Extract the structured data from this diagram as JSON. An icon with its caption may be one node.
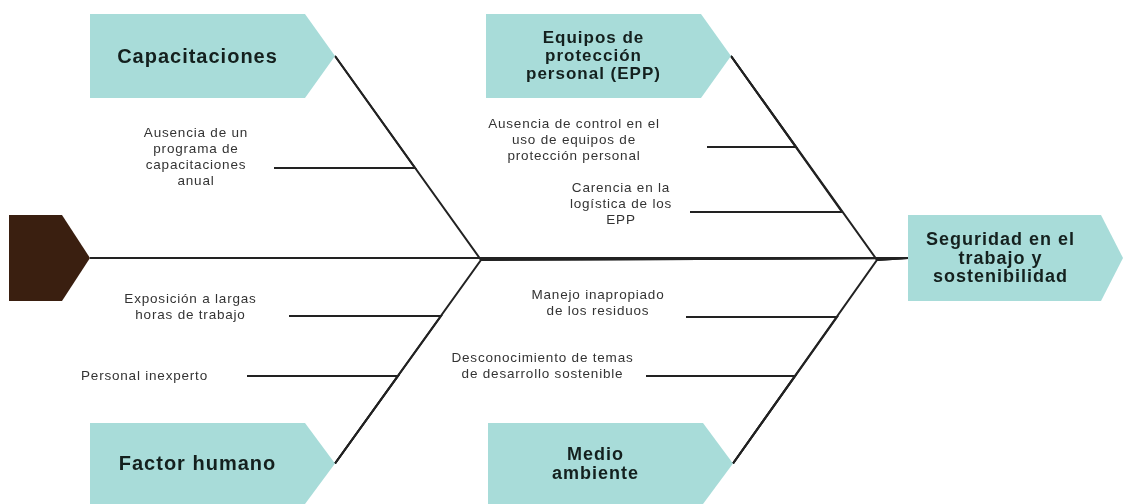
{
  "diagram": {
    "nodes": [
      {
        "text": [
          "Capacitaciones"
        ]
      },
      {
        "text": [
          "Equipos de protección personal (EPP)"
        ]
      },
      {
        "text": [
          "Ausencia de un programa de capacitaciones anual"
        ]
      },
      {
        "text": [
          "Ausencia de control en el uso de equipos de protección personal"
        ]
      },
      {
        "text": [
          "Carencia en la logística de los EPP"
        ]
      },
      {
        "text": [],
        "shape": "pentagon"
      },
      {
        "text": [
          "Seguridad en el trabajo y sostenibilidad"
        ]
      },
      {
        "text": [
          "Exposición a largas horas de trabajo"
        ]
      },
      {
        "text": [
          "Manejo inapropiado de los residuos"
        ]
      },
      {
        "text": [
          "Personal inexperto"
        ]
      },
      {
        "text": [
          "Desconocimiento de temas de desarrollo sostenible"
        ]
      },
      {
        "text": [
          "Factor humano"
        ]
      },
      {
        "text": [
          "Medio ambiente"
        ]
      }
    ],
    "edges": [
      {
        "from": 0,
        "to": 6,
        "arrow": "none"
      },
      {
        "from": 1,
        "to": 6,
        "arrow": "none"
      },
      {
        "from": 11,
        "to": 6,
        "arrow": "none"
      },
      {
        "from": 12,
        "to": 6,
        "arrow": "none"
      },
      {
        "from": 5,
        "to": 6,
        "arrow": "none"
      },
      {
        "from": 2,
        "to": 0,
        "arrow": "none"
      },
      {
        "from": 3,
        "to": 1,
        "arrow": "none"
      },
      {
        "from": 4,
        "to": 1,
        "arrow": "none"
      },
      {
        "from": 7,
        "to": 11,
        "arrow": "none"
      },
      {
        "from": 9,
        "to": 11,
        "arrow": "none"
      },
      {
        "from": 8,
        "to": 12,
        "arrow": "none"
      },
      {
        "from": 10,
        "to": 12,
        "arrow": "none"
      }
    ]
  }
}
